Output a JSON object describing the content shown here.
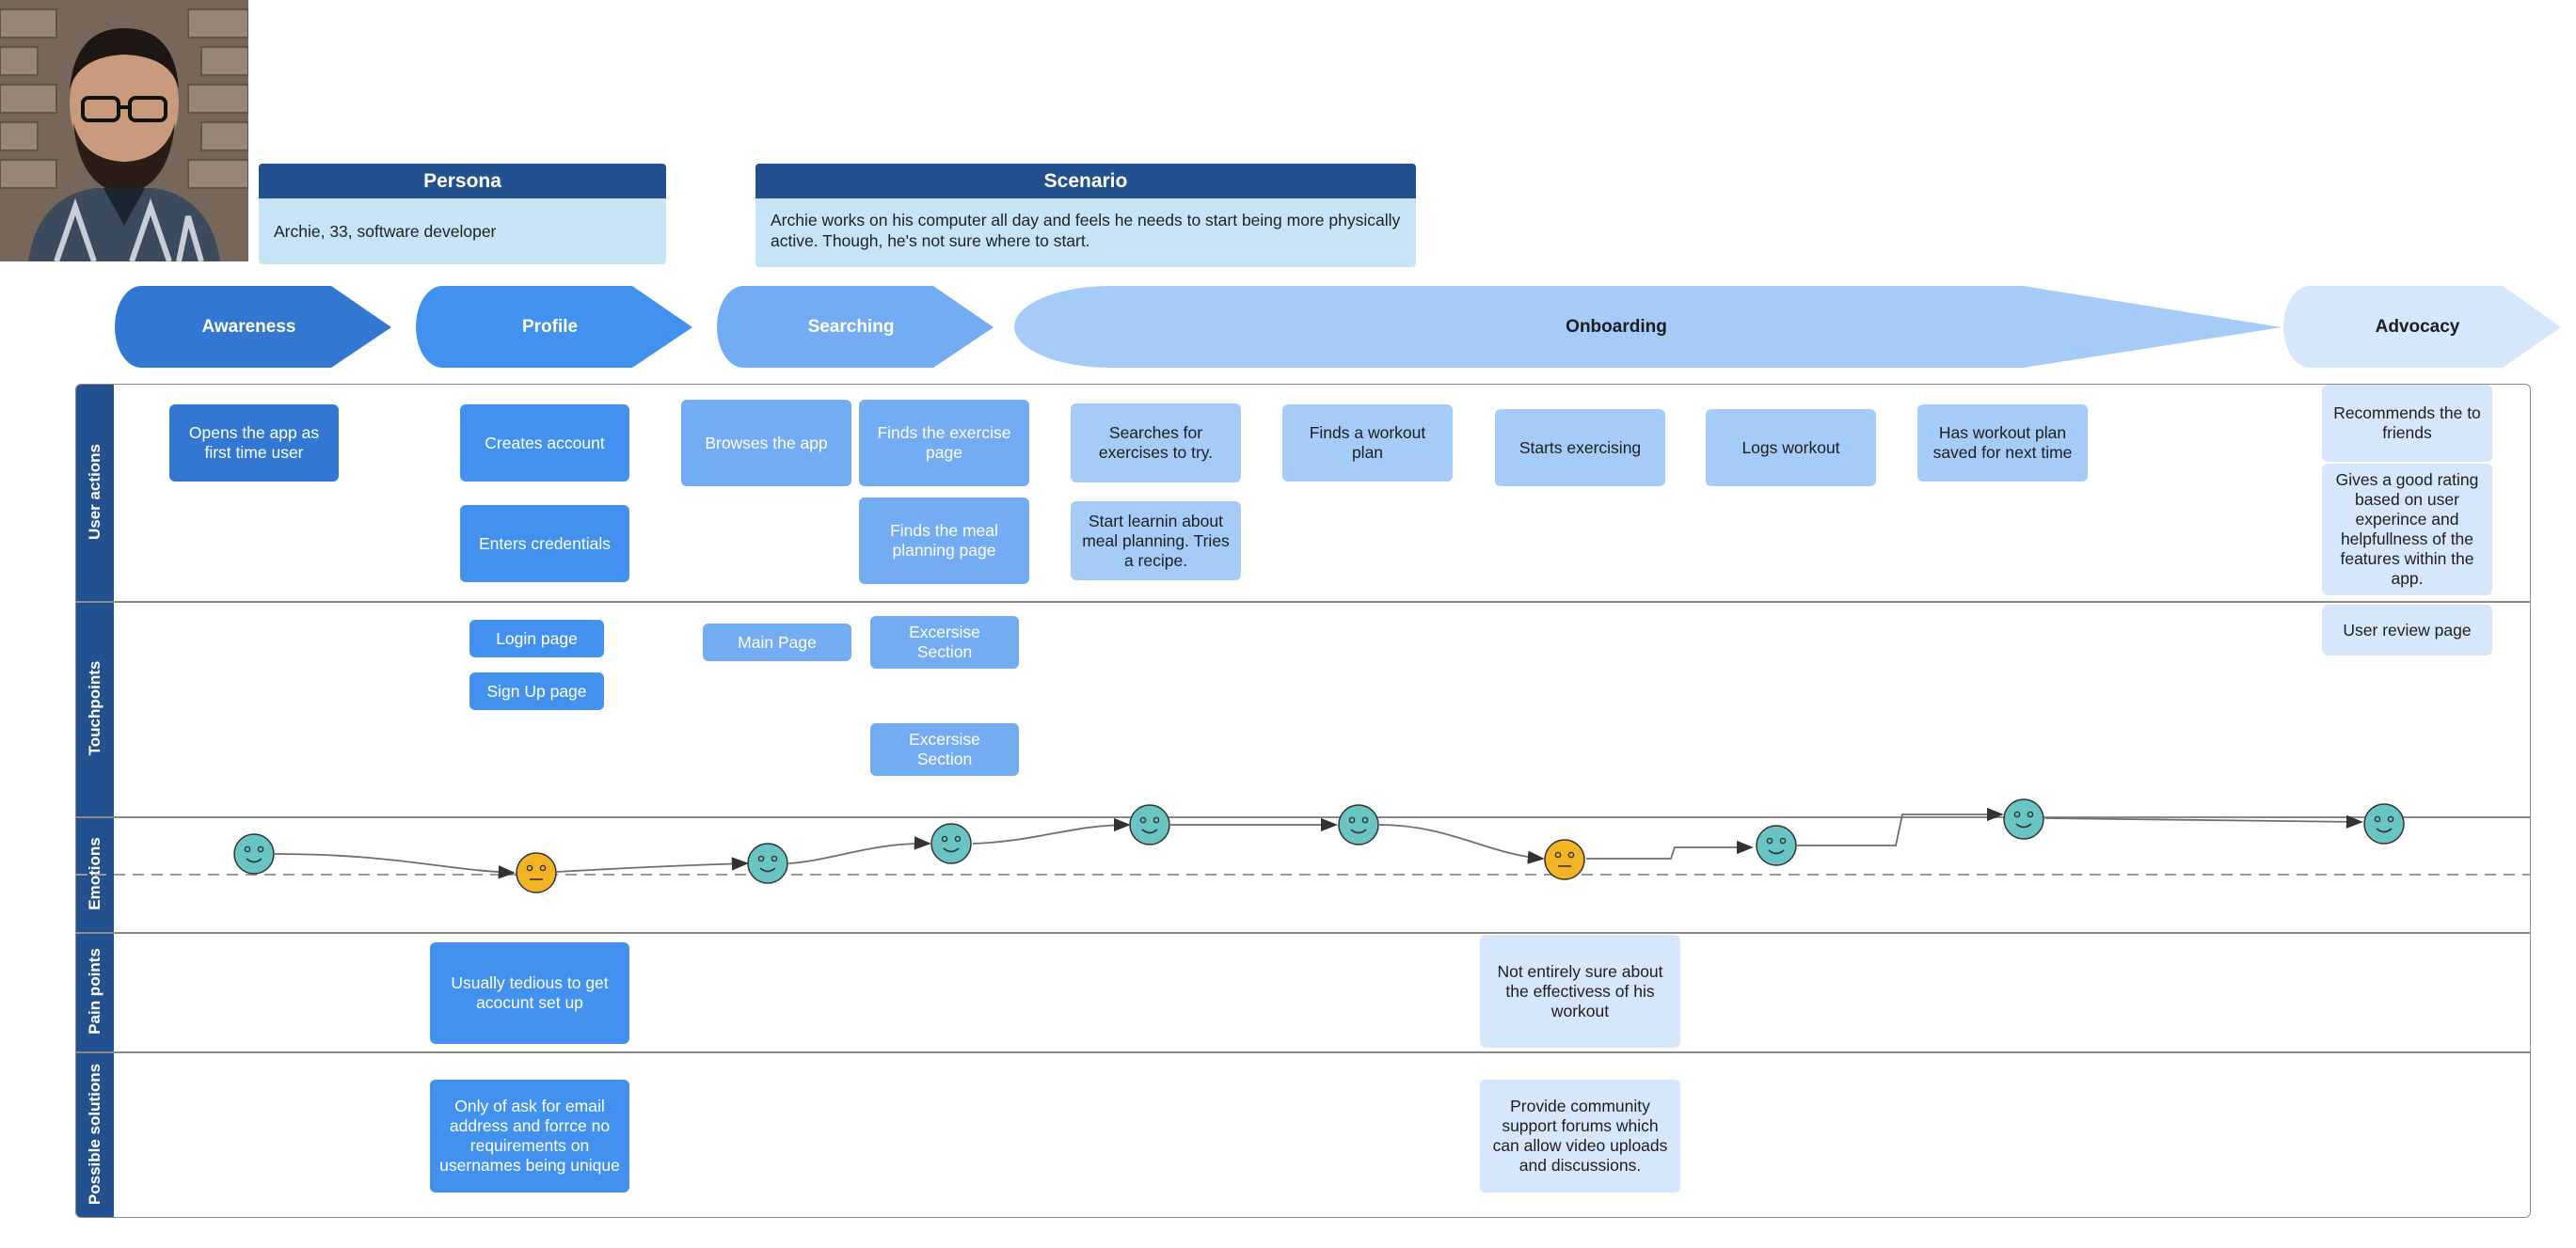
{
  "persona": {
    "title": "Persona",
    "text": "Archie, 33, software developer"
  },
  "scenario": {
    "title": "Scenario",
    "text": "Archie works on his computer all day and feels he needs to start being more physically active. Though, he's not sure where to start."
  },
  "stages": [
    {
      "label": "Awareness",
      "color": "#3277d1",
      "text_color": "#ffffff"
    },
    {
      "label": "Profile",
      "color": "#4391ee",
      "text_color": "#ffffff"
    },
    {
      "label": "Searching",
      "color": "#73acf3",
      "text_color": "#ffffff"
    },
    {
      "label": "Onboarding",
      "color": "#a5cbf7",
      "text_color": "#1e1e1e"
    },
    {
      "label": "Advocacy",
      "color": "#d6e7fb",
      "text_color": "#1e1e1e"
    }
  ],
  "lanes": {
    "user_actions": "User actions",
    "touchpoints": "Touchpoints",
    "emotions": "Emotions",
    "pain_points": "Pain points",
    "solutions": "Possible solutions"
  },
  "user_actions": {
    "opens_app": "Opens the app as first time user",
    "creates_account": "Creates account",
    "enters_credentials": "Enters credentials",
    "browses_app": "Browses the  app",
    "finds_exercise_page": "Finds the exercise page",
    "finds_meal_page": "Finds the meal planning page",
    "searches_exercises": "Searches for exercises to try.",
    "start_learning": "Start learnin about meal planning. Tries a recipe.",
    "finds_workout_plan": "Finds a workout plan",
    "starts_exercising": "Starts exercising",
    "logs_workout": "Logs workout",
    "has_plan_saved": "Has workout plan saved for next time",
    "recommends": "Recommends the to friends",
    "gives_rating": "Gives a good rating based on user experince and helpfullness of the features within the app."
  },
  "touchpoints": {
    "login_page": "Login page",
    "signup_page": "Sign Up page",
    "main_page": "Main Page",
    "exercise_section_1": "Excersise Section",
    "exercise_section_2": "Excersise Section",
    "user_review_page": "User review page"
  },
  "emotions": [
    "happy",
    "neutral",
    "happy",
    "happy",
    "happy",
    "happy",
    "neutral",
    "happy",
    "happy",
    "happy"
  ],
  "pain_points": {
    "profile": "Usually tedious to get acocunt set up",
    "onboarding": "Not entirely sure about the effectivess of his workout"
  },
  "solutions": {
    "profile": "Only of ask for email address and  forrce no requirements on usernames being unique",
    "onboarding": "Provide community support forums which can allow video uploads and discussions."
  },
  "colors": {
    "header": "#23508f",
    "header_body": "#c7e4f7",
    "happy_face": "#69c4c4",
    "neutral_face": "#f2b324"
  }
}
